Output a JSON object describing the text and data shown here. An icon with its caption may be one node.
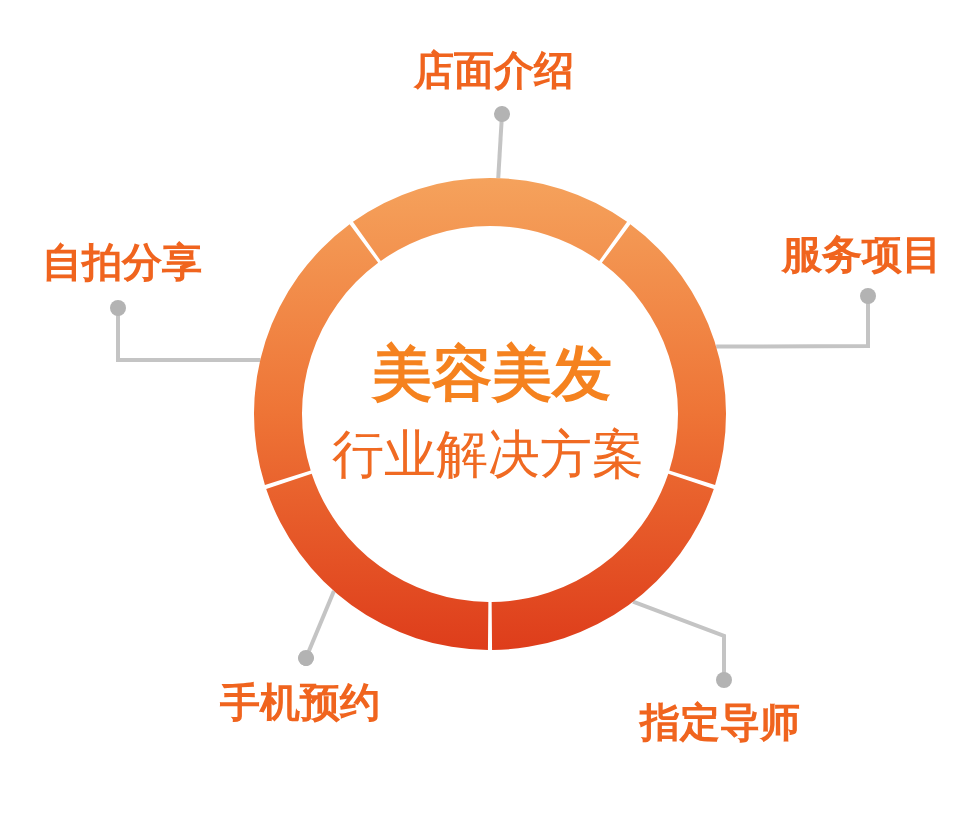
{
  "diagram": {
    "nodes": [
      {
        "text": [
          "美容美发",
          "行业解决方案"
        ]
      },
      {
        "text": [],
        "shape": "arc",
        "in": 0
      },
      {
        "text": [],
        "shape": "arc",
        "in": 0
      },
      {
        "text": [],
        "shape": "arc",
        "in": 0
      },
      {
        "text": [],
        "shape": "arc",
        "in": 0
      },
      {
        "text": [],
        "shape": "arc",
        "in": 0
      },
      {
        "text": [
          "店面介绍"
        ]
      },
      {
        "text": [
          "自拍分享"
        ]
      },
      {
        "text": [
          "服务项目"
        ]
      },
      {
        "text": [
          "手机预约"
        ]
      },
      {
        "text": [
          "指定导师"
        ]
      }
    ],
    "edges": [
      {
        "from": 6,
        "to": 1,
        "arrow": "other"
      },
      {
        "from": 7,
        "to": 2,
        "arrow": "other"
      },
      {
        "from": 8,
        "to": 3,
        "arrow": "other"
      },
      {
        "from": 9,
        "to": 4,
        "arrow": "other"
      },
      {
        "from": 10,
        "to": 5,
        "arrow": "other"
      }
    ]
  }
}
